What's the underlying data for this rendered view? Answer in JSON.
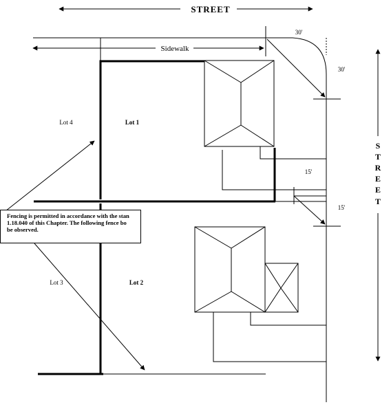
{
  "labels": {
    "street_top": "STREET",
    "street_side": [
      "S",
      "T",
      "R",
      "E",
      "E",
      "T"
    ],
    "sidewalk": "Sidewalk",
    "lot4": "Lot 4",
    "lot1": "Lot 1",
    "lot3": "Lot 3",
    "lot2": "Lot 2"
  },
  "dimensions": {
    "d30_horizontal": "30'",
    "d30_vertical": "30'",
    "d15_horizontal": "15'",
    "d15_vertical": "15'"
  },
  "callout": {
    "lines": [
      "Fencing is permitted in accordance with the stan",
      "1.18.040 of this Chapter. The following fence bo",
      "be observed."
    ]
  }
}
